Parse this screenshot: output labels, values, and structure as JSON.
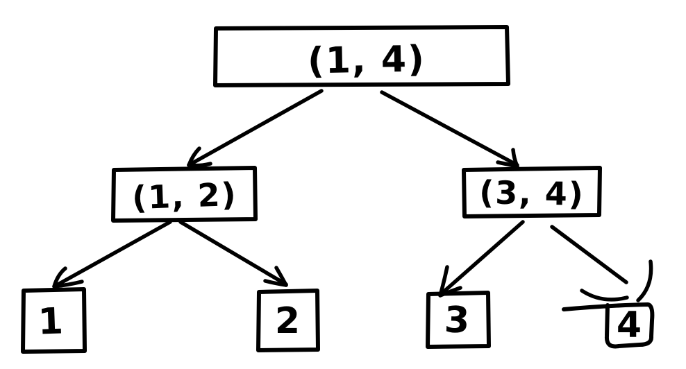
{
  "diagram": {
    "type": "tree",
    "style": "hand-drawn",
    "ink_color": "#000000",
    "background_color": "#ffffff",
    "nodes": {
      "root": {
        "label": "(1, 4)"
      },
      "left_child": {
        "label": "(1, 2)"
      },
      "right_child": {
        "label": "(3, 4)"
      },
      "leaf_1": {
        "label": "1"
      },
      "leaf_2": {
        "label": "2"
      },
      "leaf_3": {
        "label": "3"
      },
      "leaf_4": {
        "label": "4"
      }
    },
    "edges": [
      {
        "from": "root",
        "to": "left_child"
      },
      {
        "from": "root",
        "to": "right_child"
      },
      {
        "from": "left_child",
        "to": "leaf_1"
      },
      {
        "from": "left_child",
        "to": "leaf_2"
      },
      {
        "from": "right_child",
        "to": "leaf_3"
      },
      {
        "from": "right_child",
        "to": "leaf_4"
      }
    ]
  }
}
